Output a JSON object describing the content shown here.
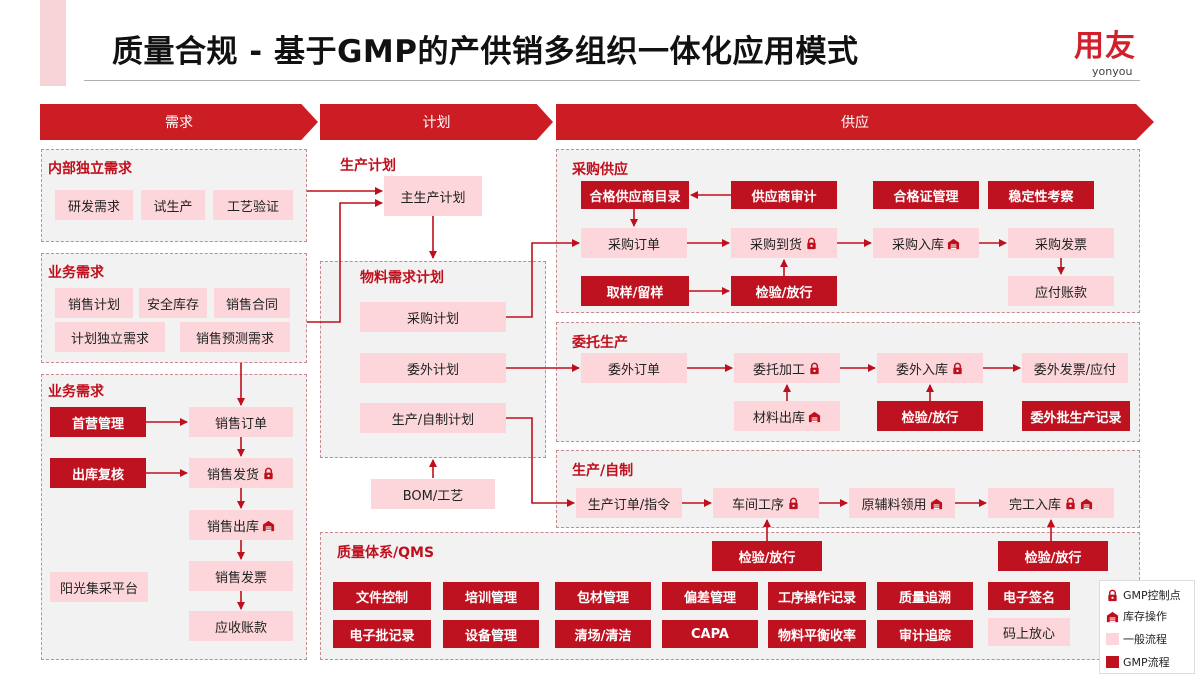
{
  "header": {
    "title": "质量合规 - 基于GMP的产供销多组织一体化应用模式",
    "logo_cn": "用友",
    "logo_en": "yonyou"
  },
  "phases": [
    "需求",
    "计划",
    "供应"
  ],
  "colors": {
    "accent_red": "#cc1d25",
    "gmp_red": "#bf1220",
    "pink": "#fcd6da",
    "region_bg": "#f2f2f2",
    "title_accent": "#c00f1c"
  },
  "demand": {
    "internal": {
      "title": "内部独立需求",
      "items": [
        "研发需求",
        "试生产",
        "工艺验证"
      ]
    },
    "business": {
      "title": "业务需求",
      "items": [
        "销售计划",
        "安全库存",
        "销售合同",
        "计划独立需求",
        "销售预测需求"
      ]
    },
    "sales": {
      "title": "业务需求",
      "red_items": [
        "首营管理",
        "出库复核"
      ],
      "chain": [
        "销售订单",
        "销售发货",
        "销售出库",
        "销售发票",
        "应收账款"
      ],
      "platform": "阳光集采平台"
    }
  },
  "plan": {
    "production_title": "生产计划",
    "master": "主生产计划",
    "material_title": "物料需求计划",
    "items": [
      "采购计划",
      "委外计划",
      "生产/自制计划"
    ],
    "bom": "BOM/工艺"
  },
  "supply": {
    "purchase": {
      "title": "采购供应",
      "top": [
        "合格供应商目录",
        "供应商审计",
        "合格证管理",
        "稳定性考察"
      ],
      "flow": [
        "采购订单",
        "采购到货",
        "采购入库",
        "采购发票"
      ],
      "sample": "取样/留样",
      "inspect": "检验/放行",
      "payable": "应付账款"
    },
    "outsource": {
      "title": "委托生产",
      "flow": [
        "委外订单",
        "委托加工",
        "委外入库",
        "委外发票/应付"
      ],
      "material_out": "材料出库",
      "inspect": "检验/放行",
      "record": "委外批生产记录"
    },
    "production": {
      "title": "生产/自制",
      "flow": [
        "生产订单/指令",
        "车间工序",
        "原辅料领用",
        "完工入库"
      ],
      "inspect_1": "检验/放行",
      "inspect_2": "检验/放行"
    }
  },
  "qms": {
    "title": "质量体系/QMS",
    "row1": [
      "文件控制",
      "培训管理",
      "包材管理",
      "偏差管理",
      "工序操作记录",
      "质量追溯",
      "电子签名"
    ],
    "row2": [
      "电子批记录",
      "设备管理",
      "清场/清洁",
      "CAPA",
      "物料平衡收率",
      "审计追踪",
      "码上放心"
    ]
  },
  "legend": [
    "GMP控制点",
    "库存操作",
    "一般流程",
    "GMP流程"
  ]
}
